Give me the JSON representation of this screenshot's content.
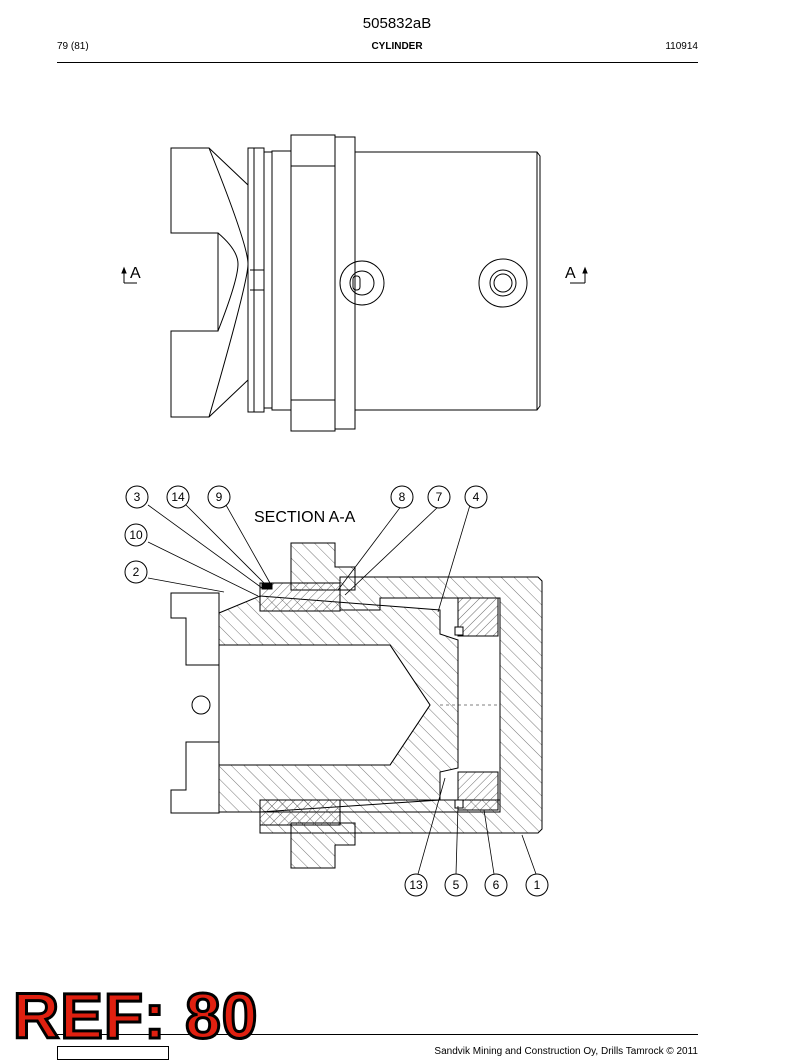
{
  "header": {
    "doc_code": "505832aB",
    "page_ref": "79 (81)",
    "title": "CYLINDER",
    "date_code": "110914"
  },
  "drawing": {
    "section_label": "SECTION  A-A",
    "view_marker_left": "A",
    "view_marker_right": "A",
    "callouts": [
      "3",
      "14",
      "9",
      "8",
      "7",
      "4",
      "10",
      "2",
      "13",
      "5",
      "6",
      "1"
    ]
  },
  "footer": {
    "ref_stamp": "REF: 80",
    "copyright": "Sandvik Mining and Construction Oy, Drills Tamrock © 2011"
  },
  "colors": {
    "line": "#000000",
    "stamp_fill": "#e02010",
    "hatch": "#555555"
  }
}
